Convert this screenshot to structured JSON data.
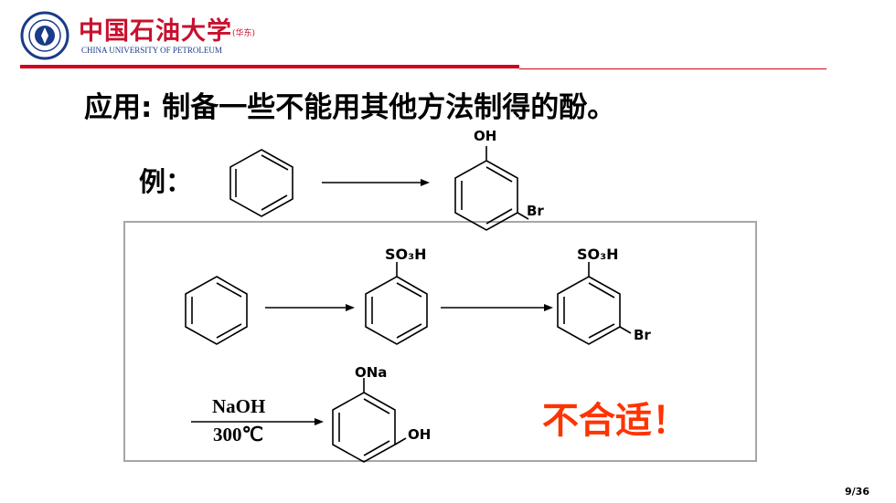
{
  "header": {
    "university_cn": "中国石油大学",
    "university_sub": "(华东)",
    "university_en": "CHINA UNIVERSITY OF PETROLEUM"
  },
  "slide": {
    "heading": "应用: 制备一些不能用其他方法制得的酚。",
    "example_label": "例：",
    "target_substituents": {
      "top": "OH",
      "meta": "Br"
    },
    "step1_substituent": "SO₃H",
    "step2_substituents": {
      "top": "SO₃H",
      "meta": "Br"
    },
    "step3_substituents": {
      "top": "ONa",
      "meta": "OH"
    },
    "reagent_above": "NaOH",
    "reagent_below": "300℃",
    "verdict": "不合适！",
    "page_number": "9/36"
  },
  "colors": {
    "brand_red": "#c8102e",
    "rule_red": "#d0021b",
    "warning": "#ff3300",
    "frame": "#a6a6a6"
  }
}
